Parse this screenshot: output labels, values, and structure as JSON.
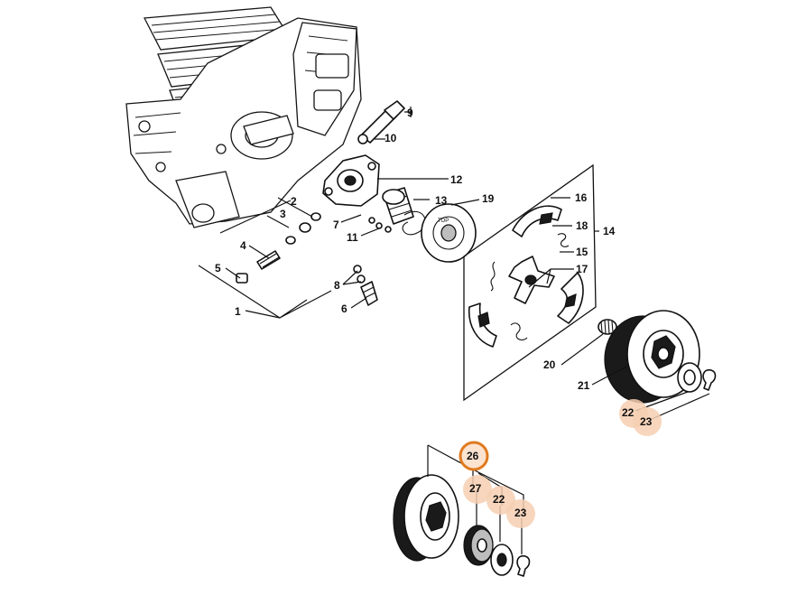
{
  "diagram": {
    "callouts": {
      "c1": "1",
      "c2": "2",
      "c3": "3",
      "c4": "4",
      "c5": "5",
      "c6": "6",
      "c7": "7",
      "c8": "8",
      "c9": "9",
      "c10": "10",
      "c11": "11",
      "c12": "12",
      "c13": "13",
      "c14": "14",
      "c15": "15",
      "c16": "16",
      "c17": "17",
      "c18": "18",
      "c19": "19",
      "c20": "20",
      "c21": "21",
      "c22": "22",
      "c23": "23",
      "c26": "26",
      "c27": "27",
      "c22b": "22",
      "c23b": "23"
    },
    "oil_pump_marking": "TOP",
    "highlight_colors": {
      "selected_ring": "#e07a1f",
      "soft_fill": "#f6cfb2"
    },
    "selected_callout": "26",
    "highlighted_callouts": [
      "22",
      "23",
      "26",
      "27",
      "22",
      "23"
    ]
  }
}
